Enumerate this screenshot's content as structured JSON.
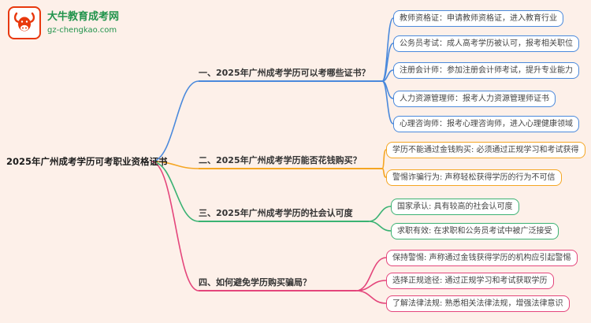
{
  "logo": {
    "title": "大牛教育成考网",
    "url": "gz-chengkao.com",
    "brand_red": "#e8380d",
    "brand_green": "#21934c"
  },
  "background_color": "#fdf0e9",
  "root": "2025年广州成考学历可考职业资格证书",
  "branches": [
    {
      "label": "一、2025年广州成考学历可以考哪些证书？",
      "color": "#4a89dc",
      "children": [
        "教师资格证：申请教师资格证，进入教育行业",
        "公务员考试：成人高考学历被认可，报考相关职位",
        "注册会计师：参加注册会计师考试，提升专业能力",
        "人力资源管理师：报考人力资源管理师证书",
        "心理咨询师：报考心理咨询师，进入心理健康领域"
      ]
    },
    {
      "label": "二、2025年广州成考学历能否花钱购买？",
      "color": "#f5a623",
      "children": [
        "学历不能通过金钱购买: 必须通过正规学习和考试获得",
        "警惕诈骗行为: 声称轻松获得学历的行为不可信"
      ]
    },
    {
      "label": "三、2025年广州成考学历的社会认可度",
      "color": "#3bb273",
      "children": [
        "国家承认: 具有较高的社会认可度",
        "求职有效: 在求职和公务员考试中被广泛接受"
      ]
    },
    {
      "label": "四、如何避免学历购买骗局？",
      "color": "#e4457b",
      "children": [
        "保持警惕: 声称通过金钱获得学历的机构应引起警惕",
        "选择正规途径: 通过正规学习和考试获取学历",
        "了解法律法规: 熟悉相关法律法规，增强法律意识"
      ]
    }
  ]
}
